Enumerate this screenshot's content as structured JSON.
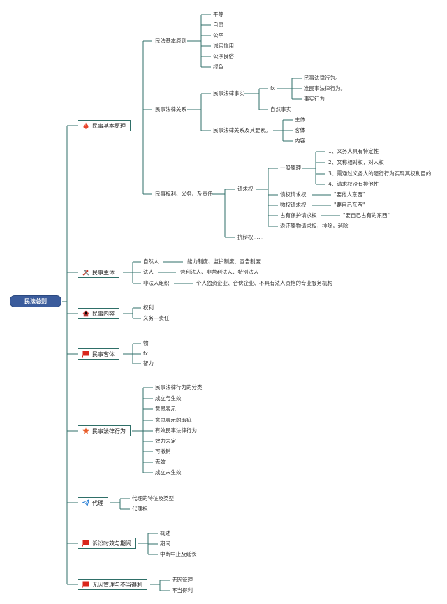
{
  "root": "民法总则",
  "branches": [
    {
      "label": "民事基本原理",
      "icon": "fire-icon"
    },
    {
      "label": "民事主体",
      "icon": "tools-icon"
    },
    {
      "label": "民事内容",
      "icon": "house-icon"
    },
    {
      "label": "民事客体",
      "icon": "flag-icon"
    },
    {
      "label": "民事法律行为",
      "icon": "star-icon"
    },
    {
      "label": "代理",
      "icon": "paper-plane-icon"
    },
    {
      "label": "诉讼时效与期间",
      "icon": "flag-icon"
    },
    {
      "label": "无因管理与不当得利",
      "icon": "flag-icon"
    }
  ],
  "principles": {
    "basic": {
      "label": "民法基本原则",
      "items": [
        "平等",
        "自愿",
        "公平",
        "诚实信用",
        "公序良俗",
        "绿色"
      ]
    },
    "relation": {
      "label": "民事法律关系",
      "facts": {
        "label": "民事法律事实",
        "fx": "fx",
        "fx_items": [
          "民事法律行为。",
          "准民事法律行为。",
          "事实行为"
        ],
        "natural": "自然事实"
      },
      "elements": {
        "label": "民事法律关系及其要素。",
        "items": [
          "主体",
          "客体",
          "内容"
        ]
      }
    },
    "rights": {
      "label": "民事权利、义务、及责任",
      "claim": {
        "label": "请求权",
        "general": {
          "label": "一般原理",
          "items": [
            "1、义务人具有特定性",
            "2、又称相对权，对人权",
            "3、需通过义务人的履行行为实现其权利目的",
            "4、请求权没有排他性"
          ]
        },
        "debt": {
          "label": "债权请求权",
          "note": "\"要他人东西\""
        },
        "property": {
          "label": "物权请求权",
          "note": "\"要自己东西\""
        },
        "possession": {
          "label": "占有保护请求权",
          "note": "\"要自己占有的东西\""
        },
        "return": "返还原物请求权，排除，消除"
      },
      "defense": "抗辩权……"
    }
  },
  "subjects": [
    {
      "label": "自然人",
      "note": "能力制度、监护制度、宣告制度"
    },
    {
      "label": "法人",
      "note": "营利法人、非营利法人、特别法人"
    },
    {
      "label": "非法人组织",
      "note": "个人独资企业、合伙企业、不具有法人资格的专业服务机构"
    }
  ],
  "content": [
    "权利",
    "义务—责任"
  ],
  "objects": [
    "物",
    "fx",
    "智力"
  ],
  "acts": [
    "民事法律行为的分类",
    "成立与生效",
    "意思表示",
    "意思表示的瑕疵",
    "有效民事法律行为",
    "效力未定",
    "可撤销",
    "无效",
    "成立未生效"
  ],
  "agency": [
    "代理的特征及类型",
    "代理权"
  ],
  "limitation": [
    "概述",
    "期间",
    "中断中止及延长"
  ],
  "negotiorum": [
    "无因管理",
    "不当得利"
  ]
}
